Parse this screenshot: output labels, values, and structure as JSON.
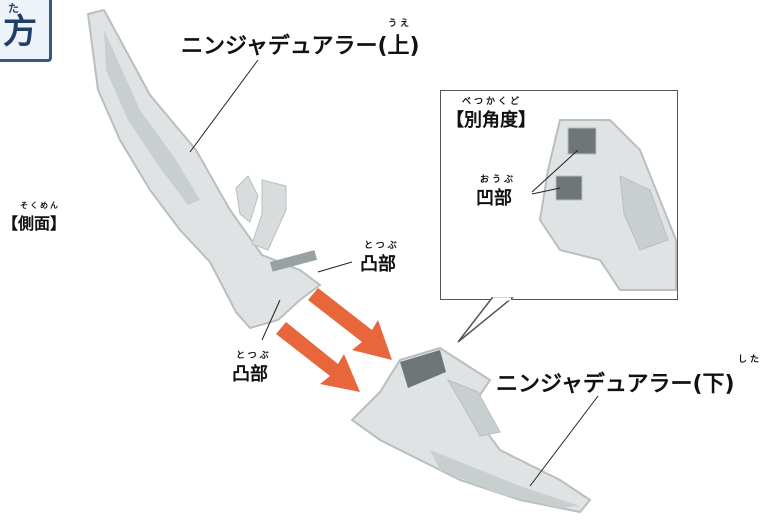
{
  "corner_badge": {
    "ruby": "た",
    "text": "方"
  },
  "labels": {
    "upper_part": {
      "text": "ニンジャデュアラー(上)",
      "ruby": "うえ"
    },
    "lower_part": {
      "text": "ニンジャデュアラー(下)",
      "ruby": "した"
    },
    "side_view": {
      "text": "【側面】",
      "ruby": "そくめん"
    },
    "other_angle": {
      "text": "【別角度】",
      "ruby": "べつかくど"
    },
    "concave": {
      "text": "凹部",
      "ruby": "おうぶ"
    },
    "convex_right": {
      "text": "凸部",
      "ruby": "とつぶ"
    },
    "convex_left": {
      "text": "凸部",
      "ruby": "とつぶ"
    }
  },
  "colors": {
    "arrow": "#e8663c",
    "part_fill": "#dfe3e3",
    "part_shade": "#b9bfc0",
    "accent_frame": "#2f5a8c"
  }
}
